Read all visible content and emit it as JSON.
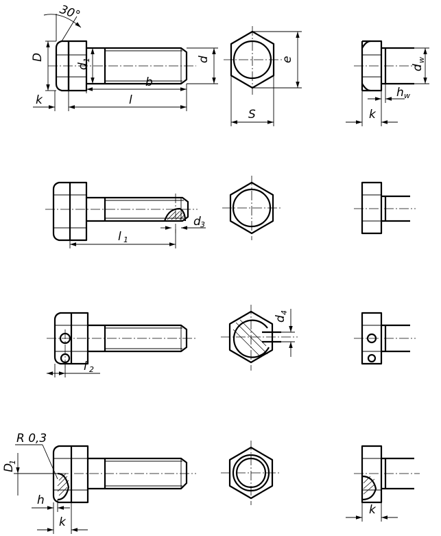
{
  "labels": {
    "angle": "30°",
    "D": "D",
    "d1": "d",
    "d1_sub": "1",
    "d": "d",
    "b": "b",
    "k": "k",
    "l": "l",
    "e": "e",
    "S": "S",
    "dw": "d",
    "dw_sub": "w",
    "hw": "h",
    "hw_sub": "w",
    "k_side": "k",
    "d3": "d",
    "d3_sub": "3",
    "l1": "l",
    "l1_sub": "1",
    "d4": "d",
    "d4_sub": "4",
    "l2": "l",
    "l2_sub": "2",
    "R": "R 0,3",
    "D1": "D",
    "D1_sub": "1",
    "h": "h",
    "k_bottom": "k",
    "k_bottom_side": "k"
  },
  "colors": {
    "line": "#000000",
    "background": "#ffffff"
  }
}
